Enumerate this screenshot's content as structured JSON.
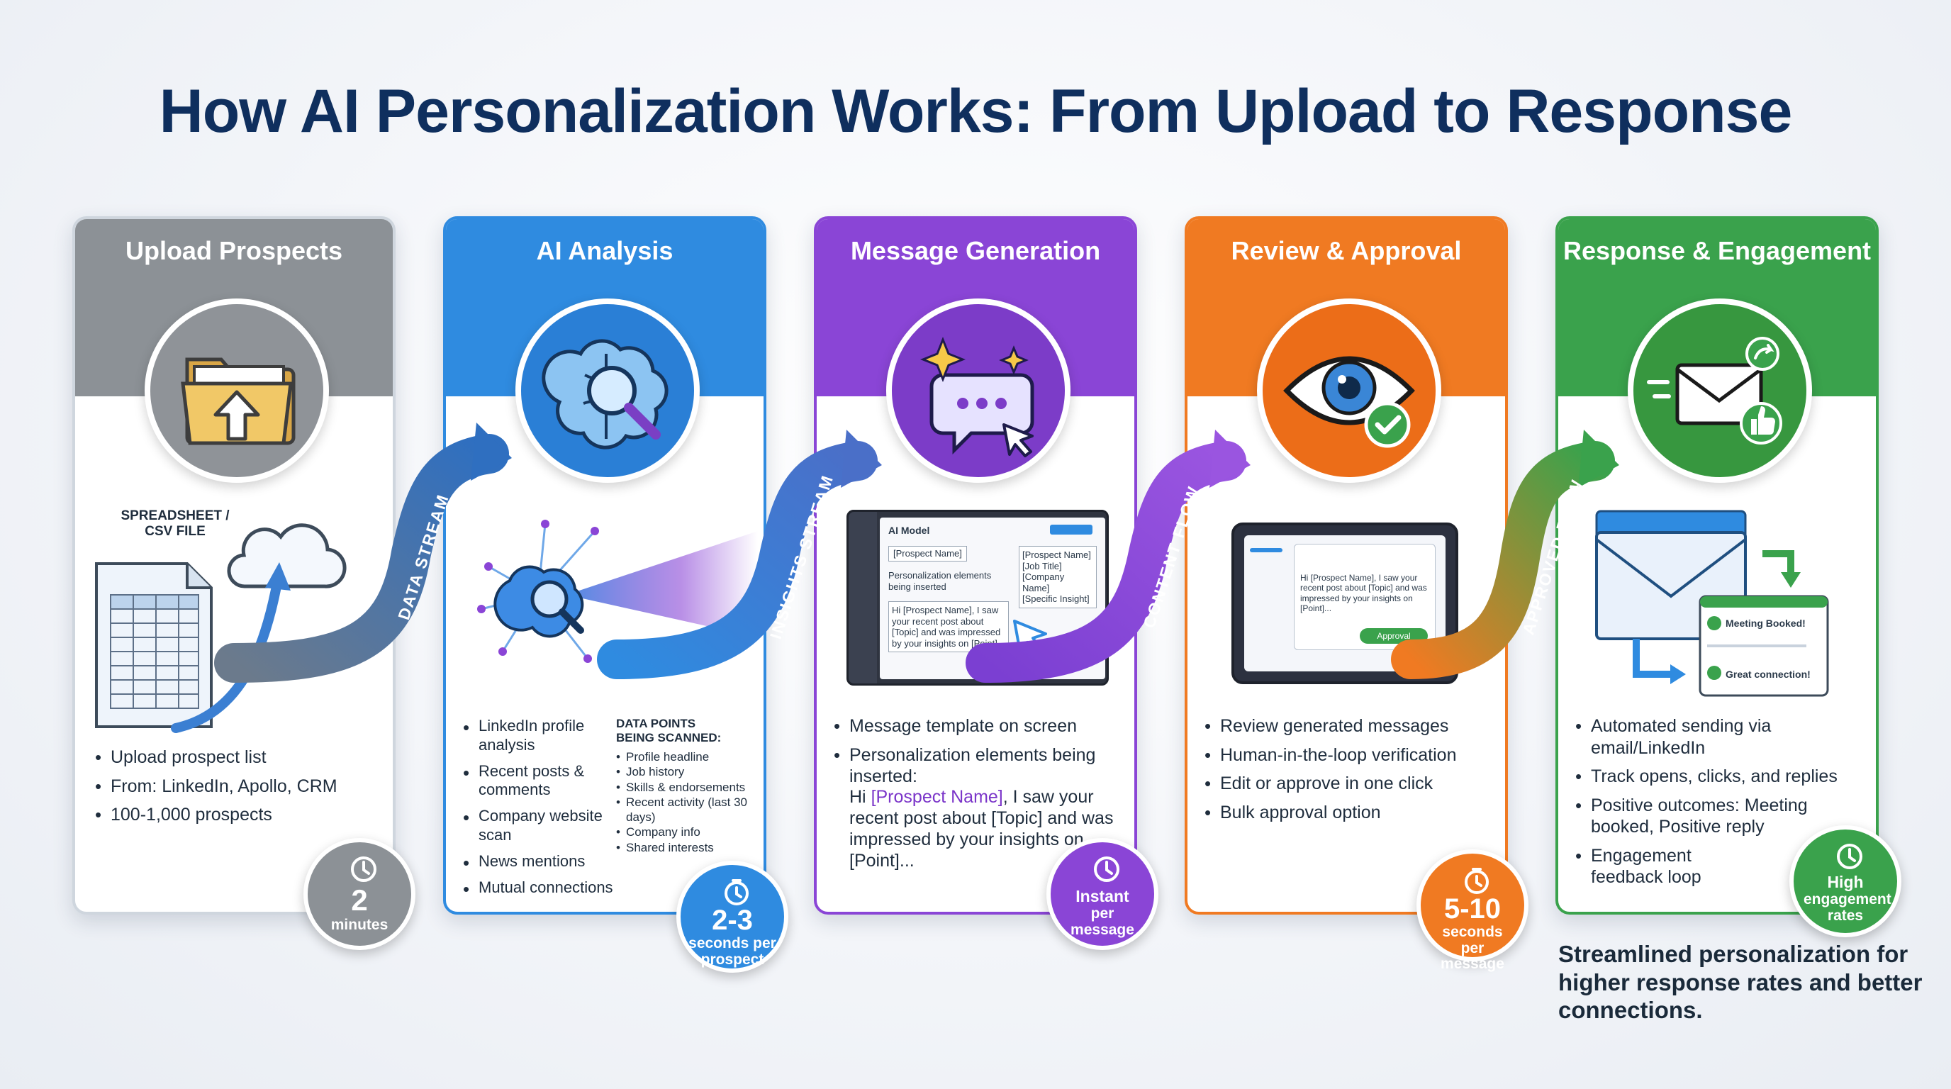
{
  "title": "How AI Personalization Works: From Upload to Response",
  "colors": {
    "gray": "#8c9196",
    "blue": "#2f8be0",
    "purple": "#8a45d6",
    "orange": "#f07a22",
    "green": "#3aa24c",
    "navy": "#0f2f5e"
  },
  "steps": [
    {
      "label": "Upload Prospects",
      "icon": "folder-upload-icon",
      "illustration_label": "SPREADSHEET / CSV FILE",
      "bullets": [
        "Upload prospect list",
        "From: LinkedIn, Apollo, CRM",
        "100-1,000 prospects"
      ],
      "badge": {
        "value": "2",
        "unit": "minutes"
      }
    },
    {
      "label": "AI Analysis",
      "icon": "brain-magnifier-icon",
      "bullets": [
        "LinkedIn profile analysis",
        "Recent posts & comments",
        "Company website scan",
        "News mentions",
        "Mutual connections"
      ],
      "data_points": {
        "heading": "DATA POINTS BEING SCANNED:",
        "items": [
          "Profile headline",
          "Job history",
          "Skills & endorsements",
          "Recent activity (last 30 days)",
          "Company info",
          "Shared interests"
        ]
      },
      "badge": {
        "value": "2-3",
        "unit": "seconds per prospect"
      }
    },
    {
      "label": "Message Generation",
      "icon": "sparkle-chat-icon",
      "mockup": {
        "header": "AI Model",
        "field": "[Prospect Name]",
        "note": "Personalization elements being inserted",
        "preview": "Hi [Prospect Name], I saw your recent post about [Topic] and was impressed by your insights on [Point]...",
        "tags": [
          "[Prospect Name]",
          "[Job Title]",
          "[Company Name]",
          "[Specific Insight]"
        ]
      },
      "bullets": [
        "Message template on screen",
        "Personalization elements being inserted:"
      ],
      "example": {
        "greeting": "Hi ",
        "name": "[Prospect Name]",
        "rest": ", I saw your recent post about [Topic] and was impressed by your insights on [Point]..."
      },
      "badge": {
        "value": "Instant",
        "unit": "per message"
      }
    },
    {
      "label": "Review & Approval",
      "icon": "eye-check-icon",
      "mockup": {
        "preview": "Hi [Prospect Name], I saw your recent post about [Topic] and was impressed by your insights on [Point]...",
        "button": "Approval"
      },
      "bullets": [
        "Review generated messages",
        "Human-in-the-loop verification",
        "Edit or approve in one click",
        "Bulk approval option"
      ],
      "badge": {
        "value": "5-10",
        "unit": "seconds per message"
      }
    },
    {
      "label": "Response & Engagement",
      "icon": "envelope-thumbs-up-icon",
      "mockup": {
        "notice1": "Meeting Booked!",
        "notice2": "Great connection!"
      },
      "bullets": [
        "Automated sending via email/LinkedIn",
        "Track opens, clicks, and replies",
        "Positive outcomes: Meeting booked, Positive reply",
        "Engagement feedback loop"
      ],
      "badge": {
        "value": "High",
        "unit": "engagement rates"
      }
    }
  ],
  "flows": [
    "DATA STREAM",
    "INSIGHTS STREAM",
    "CONTENT FLOW",
    "APPROVED FLOW"
  ],
  "tagline": "Streamlined personalization for higher response rates and better connections."
}
